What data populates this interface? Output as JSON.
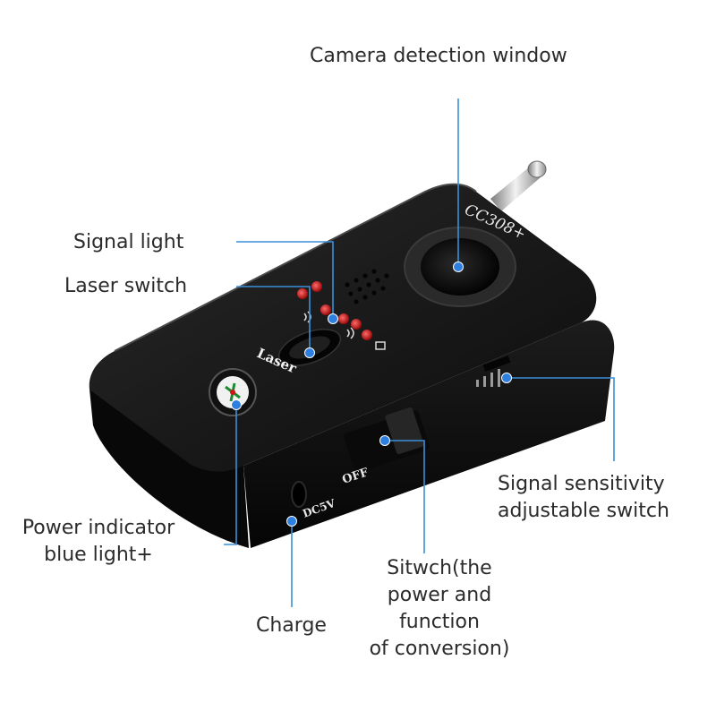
{
  "device": {
    "model": "CC308+",
    "laser_label": "Laser",
    "port_label": "DC5V",
    "switch_off_label": "OFF"
  },
  "labels": {
    "camera_window": "Camera detection window",
    "signal_light": "Signal light",
    "laser_switch": "Laser switch",
    "power_indicator": [
      "Power indicator",
      "blue light+"
    ],
    "sensitivity": [
      "Signal sensitivity",
      "adjustable switch"
    ],
    "charge": "Charge",
    "switch": [
      "Sitwch(the",
      "power and",
      "function",
      "of conversion)"
    ]
  },
  "colors": {
    "leader_line": "#3b8fd9",
    "dot": "#2f7fe0",
    "body": "#141414",
    "led": "#d21616"
  }
}
